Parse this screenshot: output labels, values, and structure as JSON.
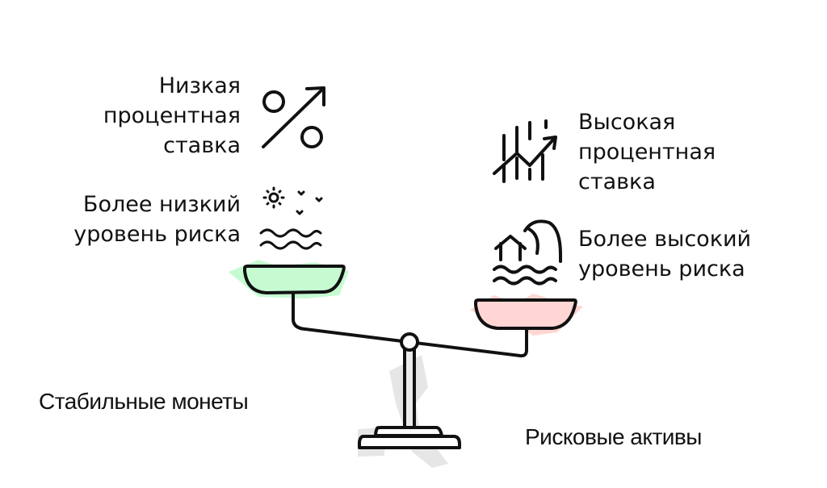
{
  "left_side": {
    "rate_label": [
      "Низкая",
      "процентная",
      "ставка"
    ],
    "risk_label": [
      "Более низкий",
      "уровень риска"
    ],
    "rate_icon": "percent-arrow-up-icon",
    "risk_icon": "sun-birds-calm-waves-icon",
    "pan_color": "#c6fbd2",
    "caption": "Стабильные монеты"
  },
  "right_side": {
    "rate_label": [
      "Высокая",
      "процентная",
      "ставка"
    ],
    "risk_label": [
      "Более высокий",
      "уровень риска"
    ],
    "rate_icon": "rain-chart-arrow-up-icon",
    "risk_icon": "tsunami-house-icon",
    "pan_color": "#ffd6d3",
    "caption": "Рисковые активы"
  },
  "scale": {
    "icon": "balance-scale-icon",
    "stand_shadow_color": "#e6e6e6",
    "stroke_color": "#111111"
  }
}
